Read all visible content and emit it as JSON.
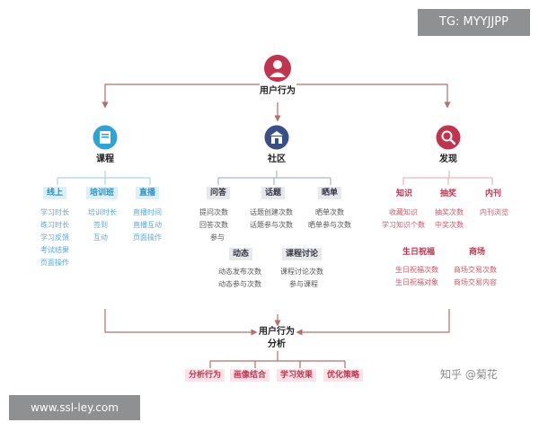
{
  "watermarks": {
    "top": "TG: MYYJJPP",
    "bottom": "www.ssl-ley.com",
    "zhihu": "知乎 @菊花"
  },
  "top_node": {
    "label": "用户行为"
  },
  "categories": {
    "course": {
      "label": "课程",
      "tags": [
        "线上",
        "培训班",
        "直播"
      ],
      "items": [
        [
          "学习时长",
          "练习时长",
          "学习反馈",
          "考试结果",
          "页面操作"
        ],
        [
          "培训时长",
          "签到",
          "互动"
        ],
        [
          "直播时间",
          "直播互动",
          "页面操作"
        ]
      ]
    },
    "community": {
      "label": "社区",
      "tags_row1": [
        "问答",
        "话题",
        "晒单"
      ],
      "items_row1": [
        [
          "提问次数",
          "回答次数",
          "参与"
        ],
        [
          "话题创建次数",
          "话题参与次数"
        ],
        [
          "晒单次数",
          "晒单参与次数"
        ]
      ],
      "tags_row2": [
        "动态",
        "课程讨论"
      ],
      "items_row2": [
        [
          "动态发布次数",
          "动态参与次数"
        ],
        [
          "课程讨论次数",
          "参与课程"
        ]
      ]
    },
    "discover": {
      "label": "发现",
      "tags_row1": [
        "知识",
        "抽奖",
        "内刊"
      ],
      "items_row1": [
        [
          "收藏知识",
          "学习知识个数"
        ],
        [
          "抽奖次数",
          "中奖次数"
        ],
        [
          "内刊浏览"
        ]
      ],
      "tags_row2": [
        "生日祝福",
        "商场"
      ],
      "items_row2": [
        [
          "生日祝福次数",
          "生日祝福对象"
        ],
        [
          "商场交易次数",
          "商场交易内容"
        ]
      ]
    }
  },
  "bottom_node": {
    "line1": "用户行为",
    "line2": "分析"
  },
  "analysis_tags": [
    "分析行为",
    "画像结合",
    "学习效果",
    "优化策略"
  ],
  "colors": {
    "blue": "#2e9fd6",
    "navy": "#3a4f86",
    "red": "#c2334e",
    "line": "#b0706b"
  }
}
